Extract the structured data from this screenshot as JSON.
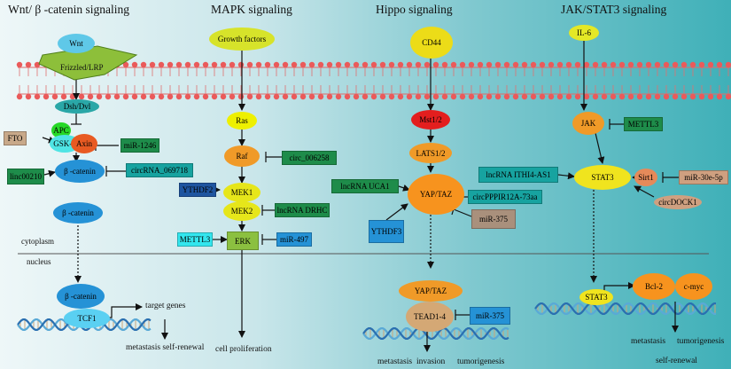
{
  "headers": {
    "wnt": "Wnt/ β -catenin signaling",
    "mapk": "MAPK signaling",
    "hippo": "Hippo signaling",
    "jak": "JAK/STAT3 signaling"
  },
  "compartments": {
    "cytoplasm": "cytoplasm",
    "nucleus": "nucleus"
  },
  "wnt": {
    "wnt": "Wnt",
    "frizzled": "Frizzled/LRP",
    "dsh": "Dsh/Dvl",
    "apc": "APC",
    "gsk3": "GSK-3",
    "axin": "Axin",
    "fto": "FTO",
    "mir1246": "miR-1246",
    "bcat": "β -catenin",
    "circ069718": "circRNA_069718",
    "linc00210": "linc00210",
    "bcat2": "β -catenin",
    "bcat_nuc": "β -catenin",
    "tcf1": "TCF1",
    "target": "target genes",
    "outcome": "metastasis self-renewal"
  },
  "mapk": {
    "gf": "Growth factors",
    "ras": "Ras",
    "raf": "Raf",
    "circ006258": "circ_006258",
    "ythdf2": "YTHDF2",
    "mek1": "MEK1",
    "mek2": "MEK2",
    "lncdrhc": "lncRNA DRHC",
    "mettl3": "METTL3",
    "erk": "ERK",
    "mir497": "miR-497",
    "outcome": "cell proliferation"
  },
  "hippo": {
    "cd44": "CD44",
    "mst": "Mst1/2",
    "lats": "LATS1/2",
    "uca1": "lncRNA UCA1",
    "yaptaz": "YAP/TAZ",
    "circppp": "circPPPIR12A-73aa",
    "mir375": "miR-375",
    "ythdf3": "YTHDF3",
    "yaptaz_nuc": "YAP/TAZ",
    "tead": "TEAD1-4",
    "mir375b": "miR-375",
    "out1": "metastasis",
    "out2": "invasion",
    "out3": "tumorigenesis"
  },
  "jak": {
    "il6": "IL-6",
    "jak": "JAK",
    "mettl3": "METTL3",
    "ithi": "lncRNA ITHI4-AS1",
    "stat3": "STAT3",
    "sirt1": "Sirt1",
    "mir30e": "miR-30e-5p",
    "circdock1": "circDOCK1",
    "stat3_nuc": "STAT3",
    "bcl2": "Bcl-2",
    "cmyc": "c-myc",
    "out1": "metastasis",
    "out2": "tumorigenesis",
    "out3": "self-renewal"
  }
}
